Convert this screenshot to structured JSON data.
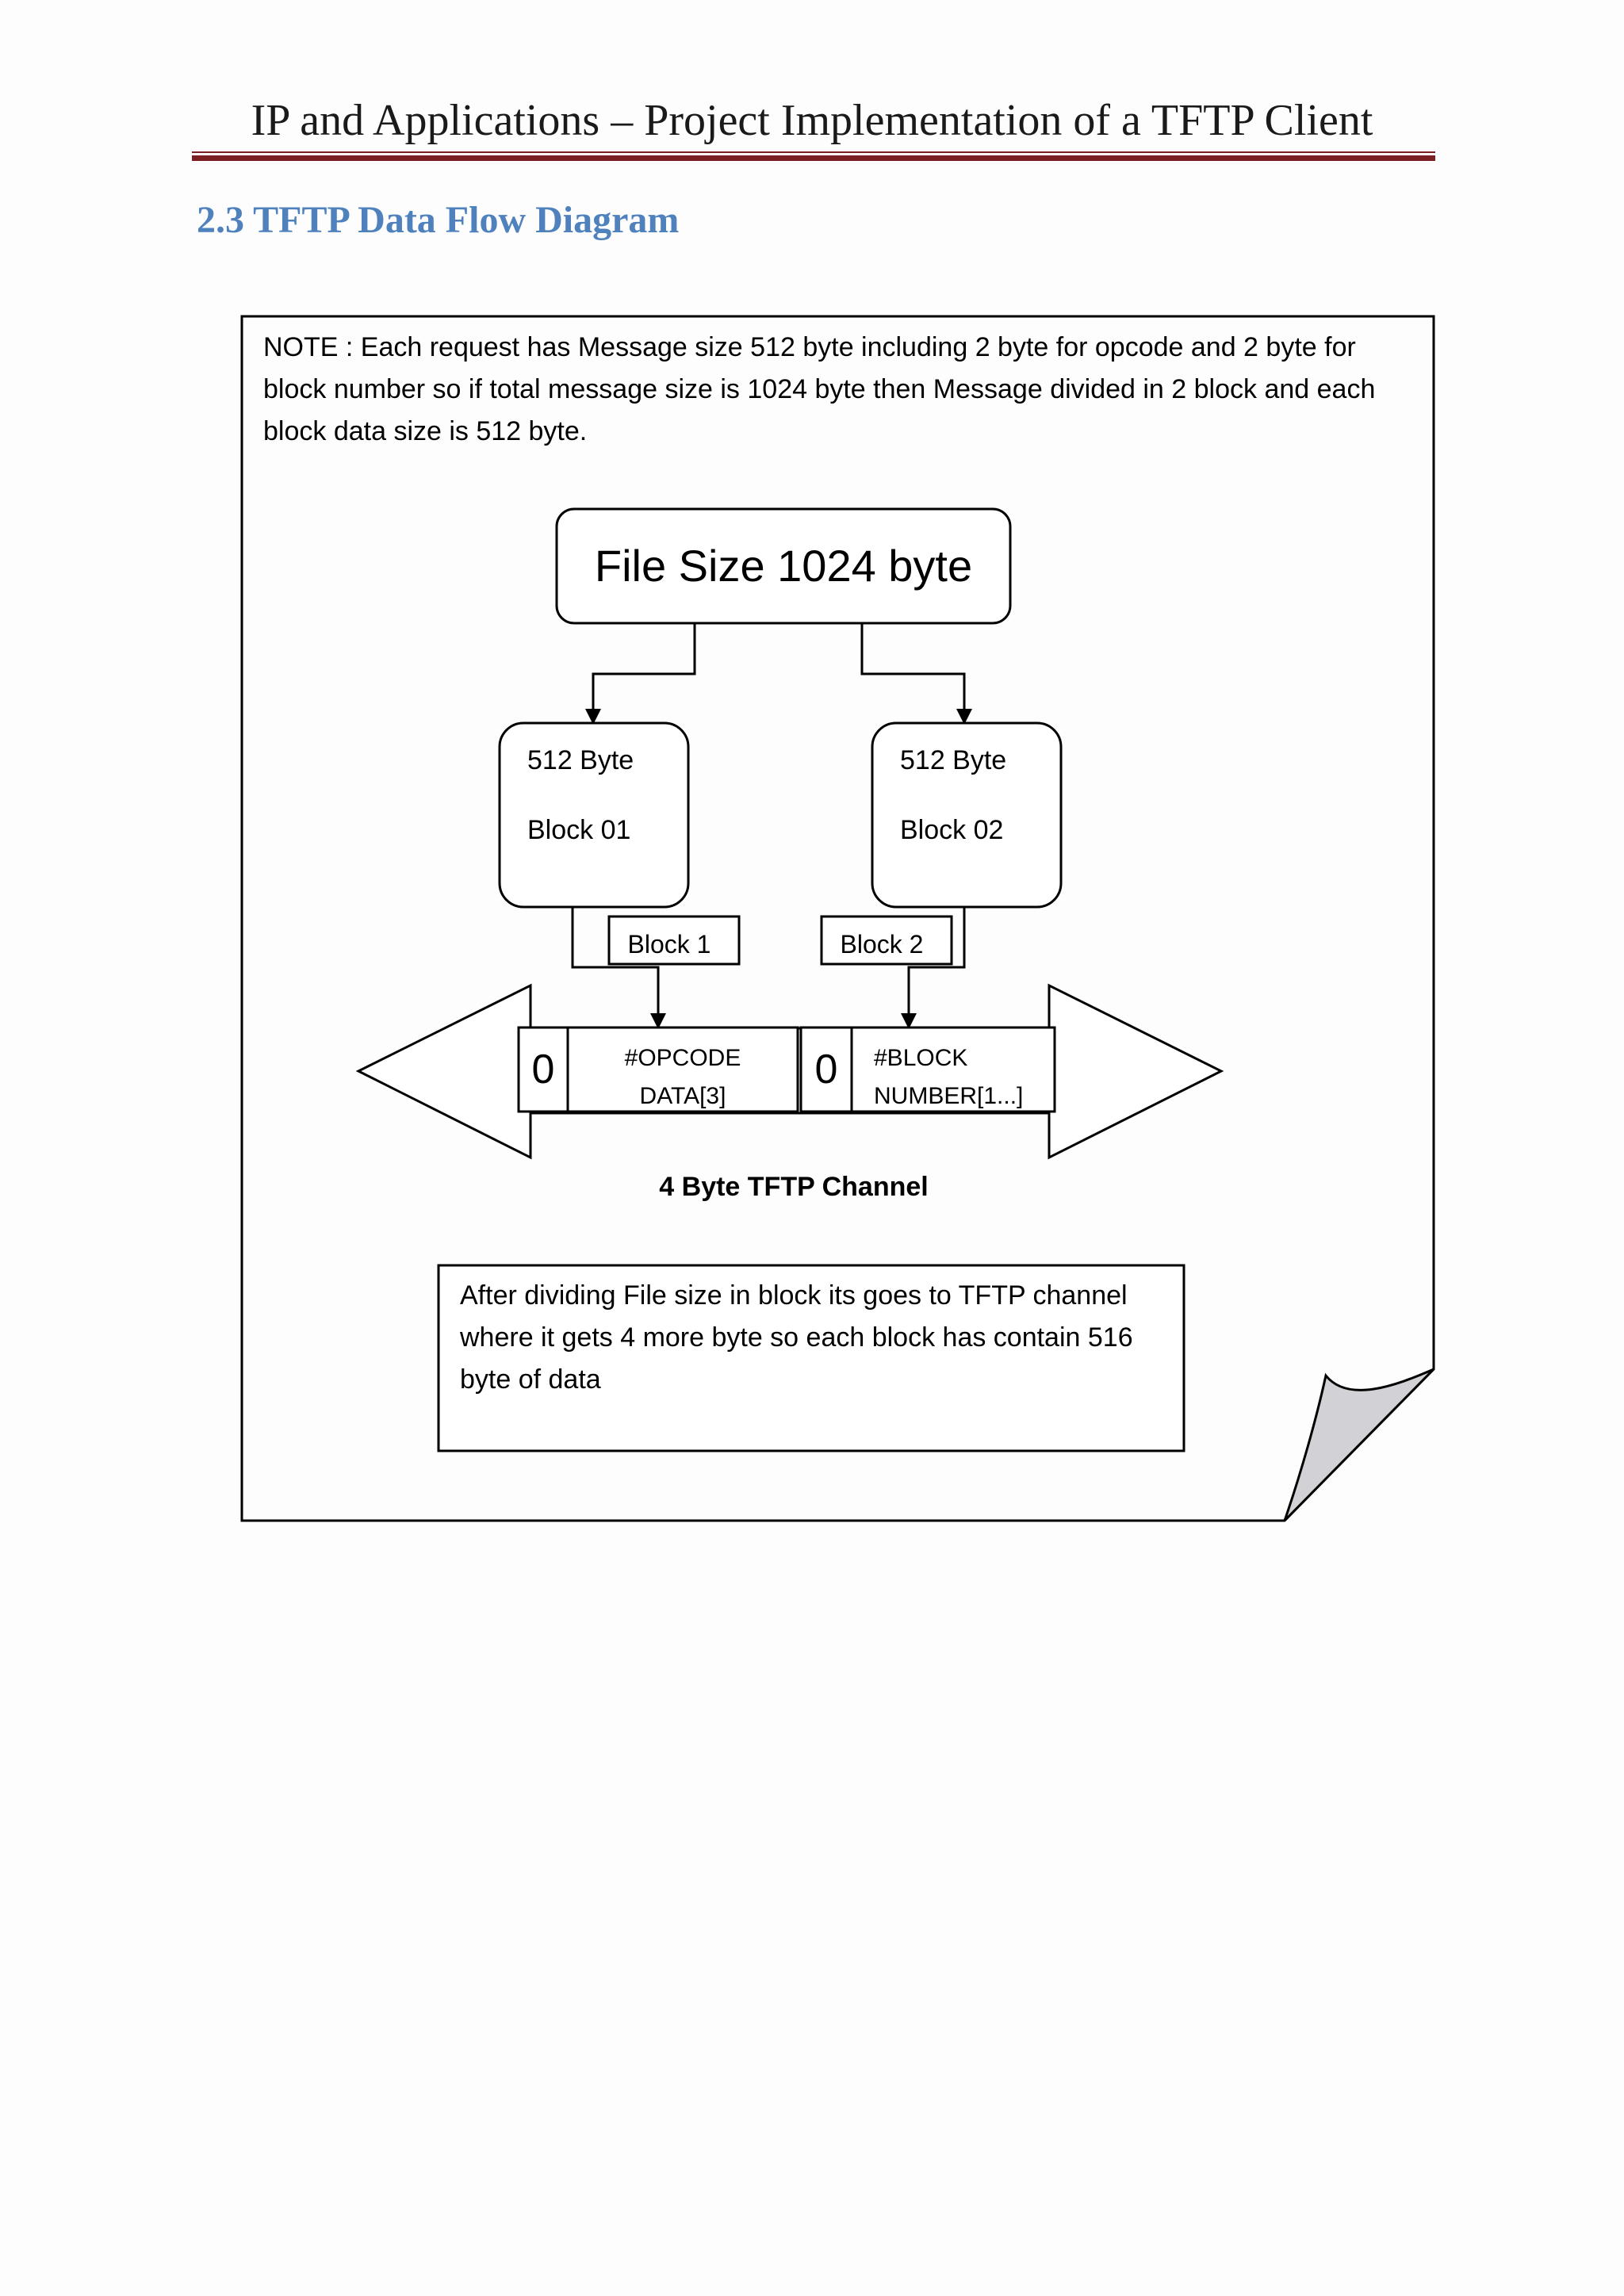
{
  "header": {
    "title": "IP and Applications – Project Implementation of a TFTP Client"
  },
  "section": {
    "heading": "2.3 TFTP Data Flow Diagram"
  },
  "diagram": {
    "note": "NOTE : Each request has Message size 512 byte including 2 byte for opcode and 2 byte for block number so if total message size is 1024 byte then Message divided in 2 block and each block data size is 512 byte.",
    "file_box": "File Size 1024 byte",
    "block_left": {
      "size": "512 Byte",
      "name": "Block 01"
    },
    "block_right": {
      "size": "512 Byte",
      "name": "Block 02"
    },
    "tag_left": "Block 1",
    "tag_right": "Block 2",
    "cell_zero_left": "0",
    "cell_opcode_line1": "#OPCODE",
    "cell_opcode_line2": "DATA[3]",
    "cell_zero_right": "0",
    "cell_block_line1": "#BLOCK",
    "cell_block_line2": "NUMBER[1...]",
    "channel_label": "4 Byte TFTP Channel",
    "caption": "After dividing File size in block its goes to TFTP channel where it gets 4 more byte so each block has contain 516 byte of data"
  }
}
